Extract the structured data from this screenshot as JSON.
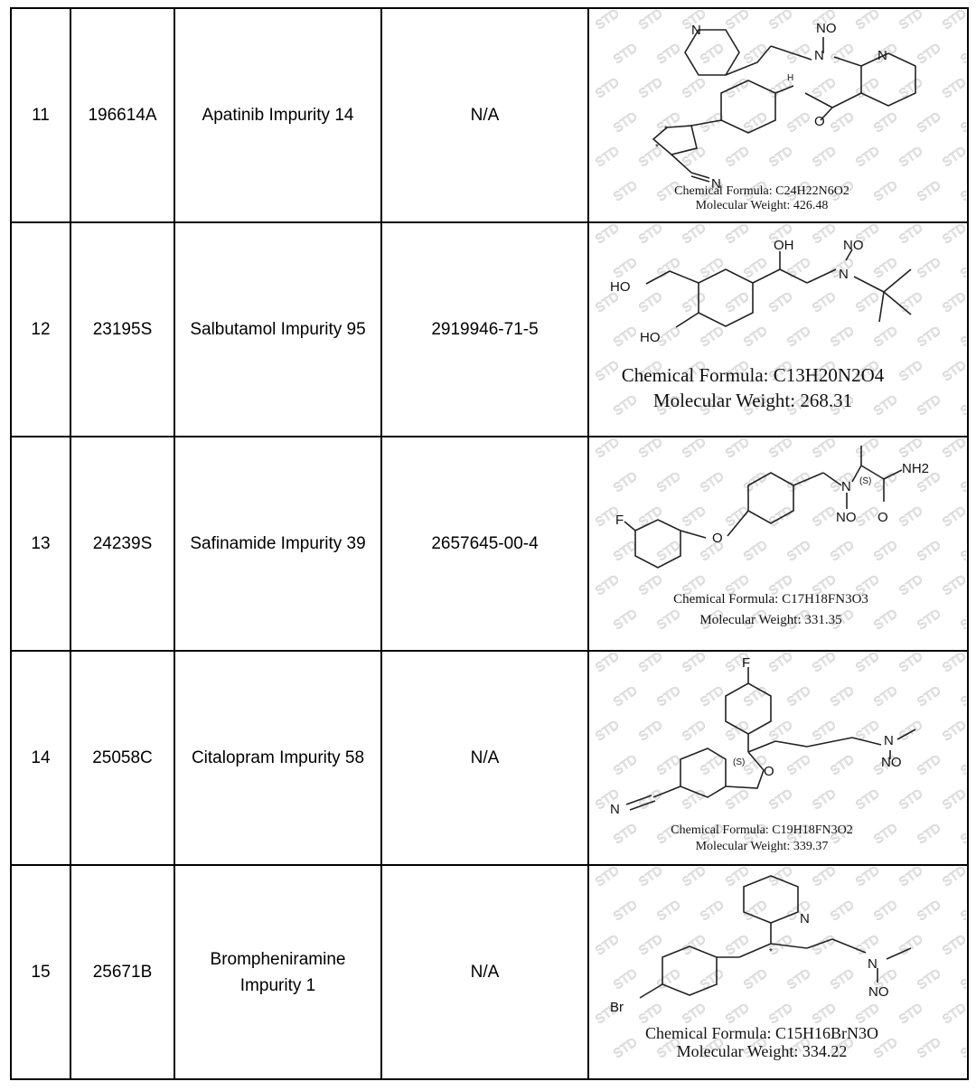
{
  "rows": [
    {
      "index": "11",
      "cat_no": "196614A",
      "name": "Apatinib Impurity 14",
      "cas": "N/A",
      "structure": {
        "formula_label": "Chemical Formula:",
        "formula": "C24H22N6O2",
        "mw_label": "Molecular Weight:",
        "mw": "426.48",
        "atoms": [
          "N",
          "NO",
          "N",
          "N",
          "H",
          "O",
          "N",
          "*",
          "*"
        ]
      }
    },
    {
      "index": "12",
      "cat_no": "23195S",
      "name": "Salbutamol Impurity 95",
      "cas": "2919946-71-5",
      "structure": {
        "formula_label": "Chemical Formula:",
        "formula": "C13H20N2O4",
        "mw_label": "Molecular Weight:",
        "mw": "268.31",
        "atoms": [
          "OH",
          "NO",
          "N",
          "HO",
          "HO"
        ]
      }
    },
    {
      "index": "13",
      "cat_no": "24239S",
      "name": "Safinamide Impurity 39",
      "cas": "2657645-00-4",
      "structure": {
        "formula_label": "Chemical Formula:",
        "formula": "C17H18FN3O3",
        "mw_label": "Molecular Weight:",
        "mw": "331.35",
        "atoms": [
          "F",
          "O",
          "N",
          "(S)",
          "NH2",
          "NO",
          "O"
        ]
      }
    },
    {
      "index": "14",
      "cat_no": "25058C",
      "name": "Citalopram Impurity 58",
      "cas": "N/A",
      "structure": {
        "formula_label": "Chemical Formula:",
        "formula": "C19H18FN3O2",
        "mw_label": "Molecular Weight:",
        "mw": "339.37",
        "atoms": [
          "F",
          "(S)",
          "O",
          "N",
          "NO",
          "N"
        ]
      }
    },
    {
      "index": "15",
      "cat_no": "25671B",
      "name": "Brompheniramine Impurity 1",
      "cas": "N/A",
      "structure": {
        "formula_label": "Chemical Formula:",
        "formula": "C15H16BrN3O",
        "mw_label": "Molecular Weight:",
        "mw": "334.22",
        "atoms": [
          "N",
          "*",
          "N",
          "NO",
          "Br"
        ]
      }
    }
  ],
  "watermark": "STD"
}
